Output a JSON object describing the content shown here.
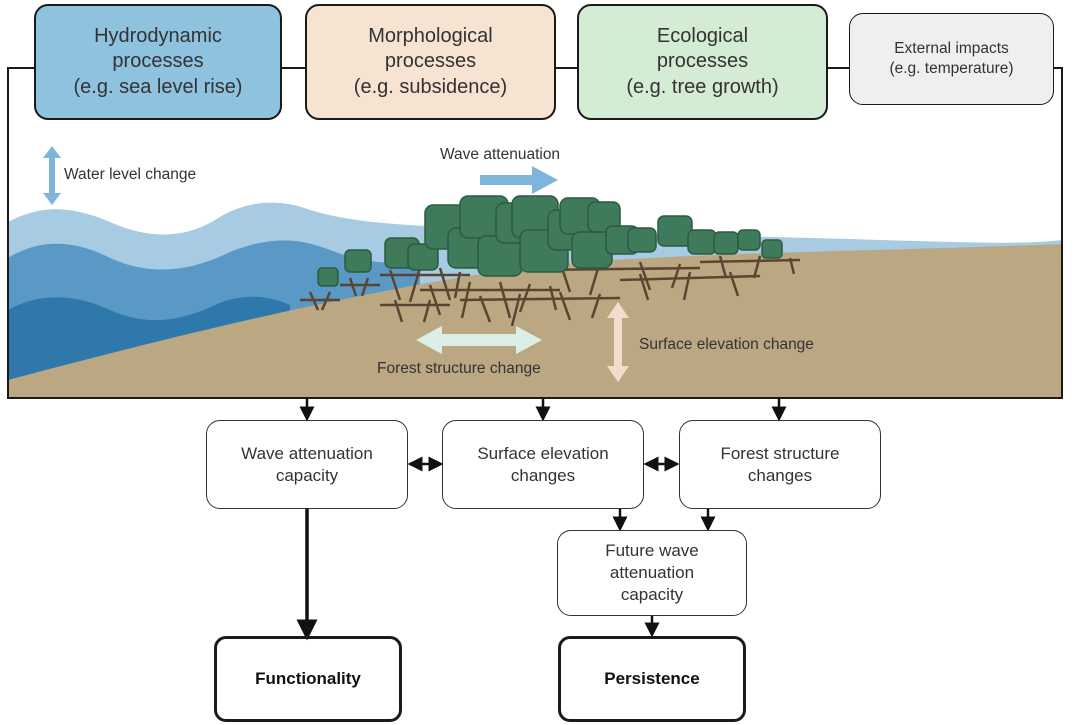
{
  "colors": {
    "hydrodynamic": "#8fc2de",
    "morphological": "#f6e3d2",
    "ecological": "#d4ebd4",
    "external": "#efefef",
    "sediment": "#bba883",
    "water_light": "#a7cbe2",
    "water_mid": "#5a98c6",
    "water_dark": "#2e78ac",
    "arrow_blue": "#7fb5da",
    "arrow_green": "#dcefe6",
    "arrow_pink": "#f4dccd",
    "canopy": "#3f7a5a",
    "roots": "#5b4532"
  },
  "process_boxes": [
    {
      "lines": [
        "Hydrodynamic",
        "processes",
        "(e.g. sea level rise)"
      ]
    },
    {
      "lines": [
        "Morphological",
        "processes",
        "(e.g. subsidence)"
      ]
    },
    {
      "lines": [
        "Ecological",
        "processes",
        "(e.g. tree growth)"
      ]
    },
    {
      "lines": [
        "External impacts",
        "(e.g. temperature)"
      ]
    }
  ],
  "scene_labels": {
    "water_level": "Water level change",
    "wave_attenuation": "Wave attenuation",
    "surface_elevation": "Surface elevation change",
    "forest_structure": "Forest structure change"
  },
  "flow_boxes": {
    "wave_capacity": [
      "Wave attenuation",
      "capacity"
    ],
    "surface_changes": [
      "Surface elevation",
      "changes"
    ],
    "forest_changes": [
      "Forest structure",
      "changes"
    ],
    "future_capacity": [
      "Future wave",
      "attenuation",
      "capacity"
    ]
  },
  "outcomes": {
    "functionality": "Functionality",
    "persistence": "Persistence"
  }
}
